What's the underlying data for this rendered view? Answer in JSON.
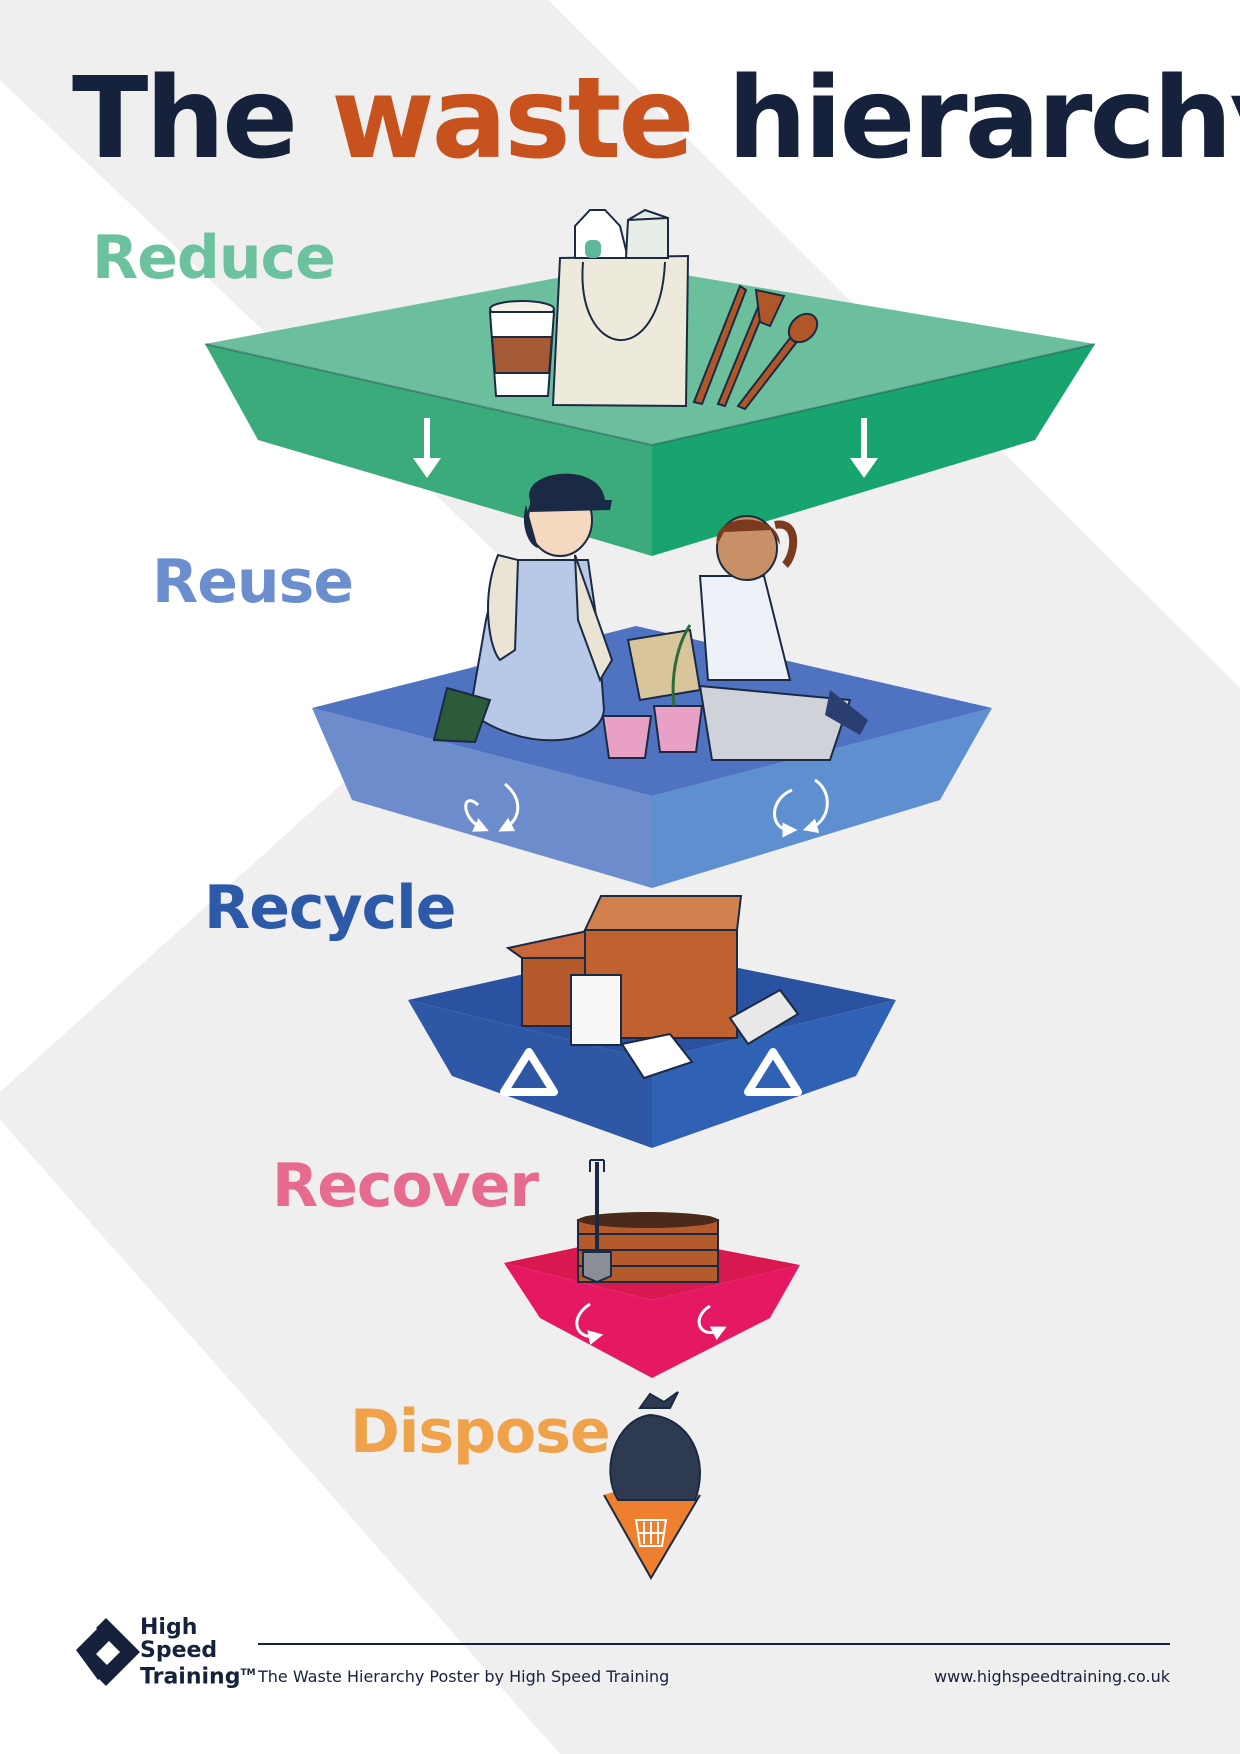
{
  "poster": {
    "title_pre": "The",
    "title_accent": "waste",
    "title_post": "hierarchy"
  },
  "levels": [
    {
      "label": "Reduce",
      "color": "#6cc29f",
      "tray": "#3fae82",
      "icons": [
        "coffee-cup-icon",
        "tote-bag-icon",
        "milk-bottle-icon",
        "juice-carton-icon",
        "wooden-cutlery-icon",
        "down-arrow-icon"
      ]
    },
    {
      "label": "Reuse",
      "color": "#6b8fce",
      "tray": "#5a86cc",
      "icons": [
        "gardener-adult-icon",
        "gardener-child-icon",
        "compost-bag-icon",
        "plant-pot-icon",
        "reuse-arrows-icon"
      ]
    },
    {
      "label": "Recycle",
      "color": "#2d5aa8",
      "tray": "#2b5bad",
      "icons": [
        "cardboard-box-icon",
        "paper-bag-icon",
        "newspaper-icon",
        "letter-icon",
        "recycle-symbol-icon"
      ]
    },
    {
      "label": "Recover",
      "color": "#e76b8e",
      "tray": "#e3165a",
      "icons": [
        "compost-crate-icon",
        "spade-icon",
        "circular-arrow-icon"
      ]
    },
    {
      "label": "Dispose",
      "color": "#f0a24a",
      "tray": "#ee7f2e",
      "icons": [
        "rubbish-bag-icon",
        "waste-bin-icon"
      ]
    }
  ],
  "footer": {
    "brand_line1": "High",
    "brand_line2": "Speed",
    "brand_line3": "Training",
    "trademark": "TM",
    "caption": "The Waste Hierarchy Poster by High Speed Training",
    "url": "www.highspeedtraining.co.uk"
  },
  "colors": {
    "title_dark": "#16213b",
    "title_accent": "#c8521d",
    "chevron_grey": "#efefef"
  }
}
